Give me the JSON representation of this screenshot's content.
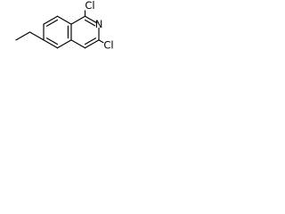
{
  "structure": {
    "atom_labels": {
      "n2": "N",
      "cl1": "Cl",
      "cl3": "Cl"
    }
  }
}
